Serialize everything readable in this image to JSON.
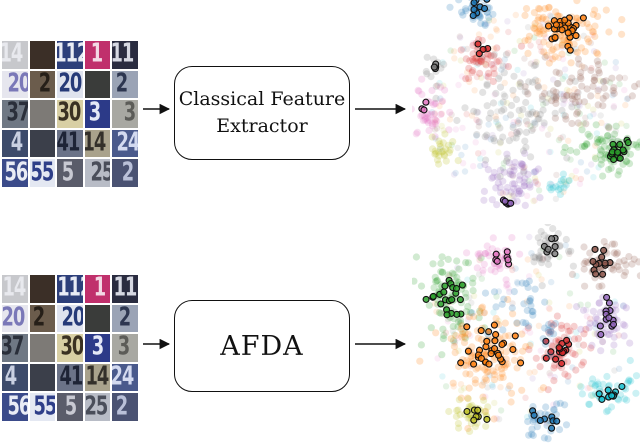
{
  "rows": [
    {
      "label": "Classical Feature Extractor",
      "label_lines": [
        "Classical Feature",
        "Extractor"
      ],
      "variant": "classical"
    },
    {
      "label": "AFDA",
      "label_lines": [
        "AFDA"
      ],
      "variant": "afda"
    }
  ],
  "digit_tiles": [
    {
      "text": "14",
      "bg": "#c7c8cc",
      "fg": "#e8e9ee"
    },
    {
      "text": "",
      "bg": "#3b2f27",
      "fg": "#6b5a48"
    },
    {
      "text": "112",
      "bg": "#2d3f7a",
      "fg": "#e9ecf5"
    },
    {
      "text": "1",
      "bg": "#c0306c",
      "fg": "#f3d9e5"
    },
    {
      "text": "11",
      "bg": "#2a2c40",
      "fg": "#d6d8e2"
    },
    {
      "text": "20",
      "bg": "#e6e6ee",
      "fg": "#7a78b8"
    },
    {
      "text": "2",
      "bg": "#6b5c4c",
      "fg": "#261f18"
    },
    {
      "text": "20",
      "bg": "#dfe3ee",
      "fg": "#263a78"
    },
    {
      "text": "",
      "bg": "#3a3c3a",
      "fg": "#8a8a86"
    },
    {
      "text": "2",
      "bg": "#9aa3b5",
      "fg": "#2d3650"
    },
    {
      "text": "37",
      "bg": "#6f7884",
      "fg": "#2a2f3a"
    },
    {
      "text": "",
      "bg": "#7d7a76",
      "fg": "#cfcac3"
    },
    {
      "text": "30",
      "bg": "#d8cfa4",
      "fg": "#3a3122"
    },
    {
      "text": "3",
      "bg": "#2c3a88",
      "fg": "#e4e8f6"
    },
    {
      "text": "3",
      "bg": "#a8a8a2",
      "fg": "#5c5c58"
    },
    {
      "text": "4",
      "bg": "#3d4b6b",
      "fg": "#c9d0e2"
    },
    {
      "text": "",
      "bg": "#3b3f4a",
      "fg": "#9aa0ad"
    },
    {
      "text": "41",
      "bg": "#6b7388",
      "fg": "#1e2436"
    },
    {
      "text": "14",
      "bg": "#a9a28c",
      "fg": "#34302a"
    },
    {
      "text": "24",
      "bg": "#4a5a8c",
      "fg": "#d3daf0"
    },
    {
      "text": "56",
      "bg": "#3b4b8a",
      "fg": "#e9ecf5"
    },
    {
      "text": "55",
      "bg": "#e4e8f2",
      "fg": "#2e3e88"
    },
    {
      "text": "5",
      "bg": "#5a5c6a",
      "fg": "#c8c9d2"
    },
    {
      "text": "25",
      "bg": "#b8bcc6",
      "fg": "#4a4e5a"
    },
    {
      "text": "2",
      "bg": "#4a5272",
      "fg": "#b9c0d8"
    }
  ],
  "class_colors": [
    "#1f77b4",
    "#ff7f0e",
    "#2ca02c",
    "#d62728",
    "#9467bd",
    "#8c564b",
    "#e377c2",
    "#7f7f7f",
    "#bcbd22",
    "#17becf"
  ]
}
